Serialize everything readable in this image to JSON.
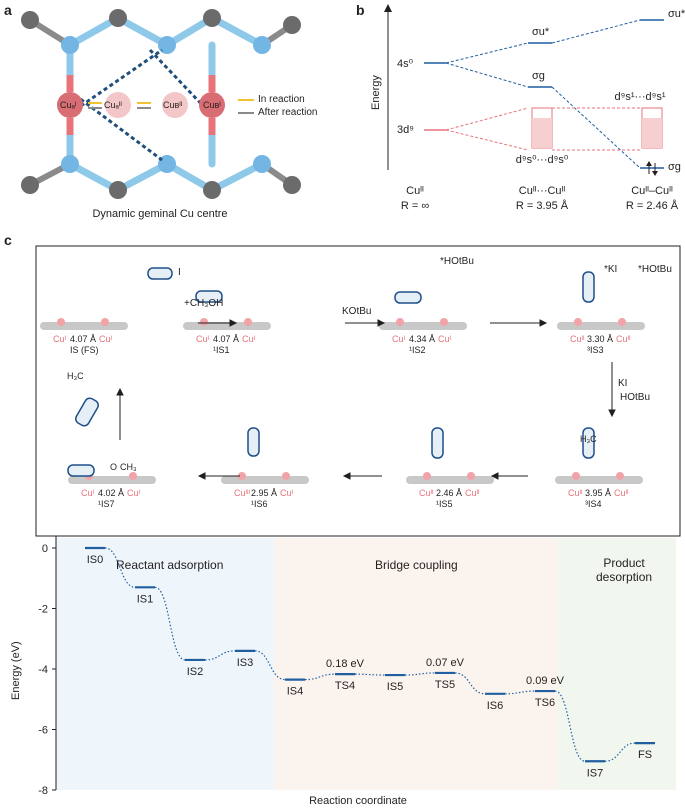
{
  "panel_a": {
    "letter": "a",
    "atom_labels": [
      "Cuₐᴵ",
      "Cuₐᴵᴵ",
      "Cuʙᴵᴵ",
      "Cuʙᴵ"
    ],
    "legend": [
      "In reaction",
      "After reaction"
    ],
    "caption": "Dynamic geminal Cu centre"
  },
  "panel_b": {
    "letter": "b",
    "y_axis_label": "Energy",
    "orbital_labels": {
      "s4": "4s⁰",
      "d3": "3d⁹",
      "sigma_u_star_mid": "σu*",
      "sigma_g_mid": "σg",
      "sigma_u_star_right": "σu*",
      "sigma_g_right": "σg",
      "d9s0": "d⁹s⁰···d⁹s⁰",
      "d9s1": "d⁹s¹···d⁹s¹"
    },
    "columns": [
      {
        "top": "Cuᴵᴵ",
        "bottom": "R = ∞"
      },
      {
        "top": "Cuᴵᴵ···Cuᴵᴵ",
        "bottom": "R = 3.95 Å"
      },
      {
        "top": "Cuᴵᴵ–Cuᴵᴵ",
        "bottom": "R = 2.46 Å"
      }
    ]
  },
  "panel_c": {
    "letter": "c",
    "reagents": {
      "methanol": "+CH₃OH",
      "kotbu": "KOtBu",
      "hotbu_star": "*HOtBu",
      "ki_star": "*KI",
      "hotbu_star2": "*HOtBu",
      "ki": "KI",
      "hotbu": "HOtBu",
      "iodo": "I"
    },
    "states": [
      {
        "dist": "4.07 Å",
        "name": "IS (FS)",
        "cu_left": "Cuᴵ",
        "cu_right": "Cuᴵ"
      },
      {
        "dist": "4.07 Å",
        "name": "¹IS1",
        "cu_left": "Cuᴵ",
        "cu_right": "Cuᴵ"
      },
      {
        "dist": "4.34 Å",
        "name": "¹IS2",
        "cu_left": "Cuᴵ",
        "cu_right": "Cuᴵ"
      },
      {
        "dist": "3.30 Å",
        "name": "³IS3",
        "cu_left": "Cuᴵᴵ",
        "cu_right": "Cuᴵᴵ"
      },
      {
        "dist": "3.95 Å",
        "name": "³IS4",
        "cu_left": "Cuᴵᴵ",
        "cu_right": "Cuᴵᴵ"
      },
      {
        "dist": "2.46 Å",
        "name": "¹IS5",
        "cu_left": "Cuᴵᴵ",
        "cu_right": "Cuᴵᴵ"
      },
      {
        "dist": "2.95 Å",
        "name": "¹IS6",
        "cu_left": "Cuᴵᴵᴵ",
        "cu_right": "Cuᴵ"
      },
      {
        "dist": "4.02 Å",
        "name": "¹IS7",
        "cu_left": "Cuᴵ",
        "cu_right": "Cuᴵ"
      }
    ],
    "mol_labels": {
      "h3c": "H₃C",
      "o": "O",
      "ch3": "CH₃"
    }
  },
  "chart_data": {
    "type": "line",
    "xlabel": "Reaction coordinate",
    "ylabel": "Energy (eV)",
    "ylim": [
      -8,
      0
    ],
    "yticks": [
      0,
      -2,
      -4,
      -6,
      -8
    ],
    "regions": [
      "Reactant adsorption",
      "Bridge coupling",
      "Product\ndesorption"
    ],
    "region_colors": [
      "#eef5fb",
      "#fbf3ee",
      "#f1f6ee"
    ],
    "line_color": "#1f5fa0",
    "states": [
      {
        "name": "IS0",
        "energy": 0.0
      },
      {
        "name": "IS1",
        "energy": -1.3
      },
      {
        "name": "IS2",
        "energy": -3.7
      },
      {
        "name": "IS3",
        "energy": -3.4
      },
      {
        "name": "IS4",
        "energy": -4.35
      },
      {
        "name": "TS4",
        "energy": -4.17,
        "barrier_label": "0.18 eV"
      },
      {
        "name": "IS5",
        "energy": -4.2
      },
      {
        "name": "TS5",
        "energy": -4.13,
        "barrier_label": "0.07 eV"
      },
      {
        "name": "IS6",
        "energy": -4.82
      },
      {
        "name": "TS6",
        "energy": -4.73,
        "barrier_label": "0.09 eV"
      },
      {
        "name": "IS7",
        "energy": -7.05
      },
      {
        "name": "FS",
        "energy": -6.45
      }
    ]
  }
}
